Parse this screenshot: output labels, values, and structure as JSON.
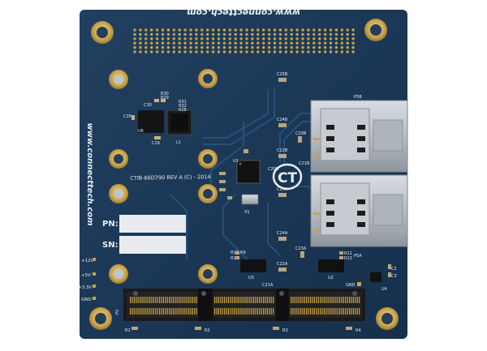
{
  "board": {
    "url_top": "www.connecttech.com",
    "url_side": "www.connecttech.com",
    "part_rev": "CTIB-66D790 REV A (C) - 2014",
    "pn_label": "PN:",
    "sn_label": "SN:",
    "logo_text": "CT"
  },
  "power_labels": [
    "+12V",
    "+5V",
    "+3.3V",
    "GND"
  ],
  "refdes": {
    "r30": "R30",
    "r29": "R29",
    "r31": "R31",
    "r32": "R32",
    "r28": "R28",
    "c30": "C30",
    "c28": "C28",
    "u6": "U6",
    "c29": "C29",
    "l1": "L1",
    "c25b": "C25B",
    "c24b": "C24B",
    "c23b": "C23B",
    "c22b": "C22B",
    "c21b": "C21B",
    "c20b": "C20B",
    "c25a": "C25A",
    "c24a": "C24A",
    "c22a": "C22A",
    "c23a": "C23A",
    "c21a": "C21A",
    "u1": "U1",
    "x1": "X1",
    "p5b": "P5B",
    "p5a": "P5A",
    "r10": "R10",
    "r9": "R9",
    "r12": "R12",
    "r13": "R13",
    "r11": "R11",
    "u3": "U3",
    "u2": "U2",
    "gnd": "GND",
    "c2": "C2",
    "c3": "C3",
    "u4": "U4",
    "p2": "P2",
    "r1": "R1",
    "r2": "R2",
    "r3": "R3",
    "r4": "R4"
  },
  "colors": {
    "pcb": "#1b3552",
    "pad": "#c9a24a",
    "silk": "#e8edf3"
  }
}
